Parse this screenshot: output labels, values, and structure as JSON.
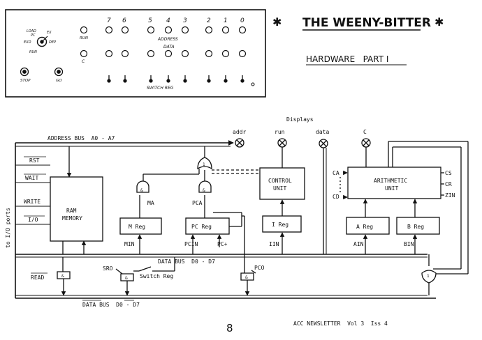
{
  "header": {
    "title": "THE WEENY-BITTER",
    "subtitle": "HARDWARE   PART I",
    "star": "✱"
  },
  "front_panel": {
    "bit_numbers": [
      "7",
      "6",
      "5",
      "4",
      "3",
      "2",
      "1",
      "0"
    ],
    "address_label": "ADDRESS",
    "data_label": "DATA",
    "switch_reg_label": "SWITCH REG",
    "run_label": "RUN",
    "c_label": "C",
    "stop_label": "STOP",
    "go_label": "GO",
    "knob_labels": [
      "LOAD",
      "PC",
      "EX",
      "EXD",
      "RUN",
      "DEP"
    ]
  },
  "diagram": {
    "displays_label": "Displays",
    "addr_lamp": "addr",
    "run_lamp": "run",
    "data_lamp": "data",
    "c_lamp": "C",
    "address_bus": "ADDRESS BUS  A0 - A7",
    "data_bus": "DATA BUS  D0 - D7",
    "data_bus_bar": "DATA BUS  D0 - D7",
    "io_ports": "to I/O ports",
    "signals": {
      "rst": "RST",
      "wait": "WAIT",
      "write": "WRITE",
      "io": "I/O",
      "read": "READ"
    },
    "ram": {
      "l1": "RAM",
      "l2": "MEMORY"
    },
    "m_reg": "M Reg",
    "pc_reg": "PC Reg",
    "control": {
      "l1": "CONTROL",
      "l2": "UNIT"
    },
    "i_reg": "I Reg",
    "alu": {
      "l1": "ARITHMETIC",
      "l2": "UNIT"
    },
    "a_reg": "A Reg",
    "b_reg": "B Reg",
    "ma": "MA",
    "pca": "PCA",
    "min": "MIN",
    "pcin": "PCIN",
    "pcplus": "PC+",
    "iin": "IIN",
    "ain": "AIN",
    "bin": "BIN",
    "ca": "CA",
    "cd": "CD",
    "cs": "CS",
    "cr": "CR",
    "zin": "ZIN",
    "sro": "SRO",
    "switch_reg": "Switch Reg",
    "pco": "PCO"
  },
  "footer": {
    "page_number": "8",
    "publication": "ACC NEWSLETTER  Vol 3  Iss 4"
  }
}
